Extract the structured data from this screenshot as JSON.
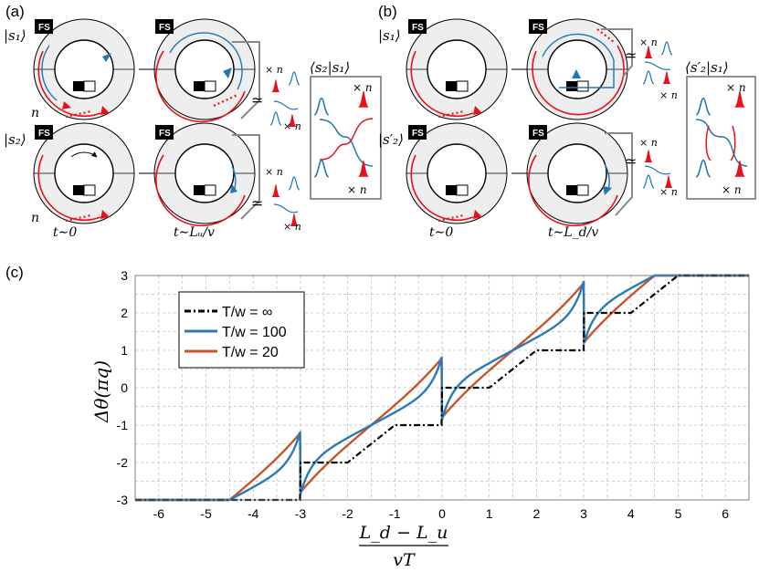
{
  "panels": {
    "a": {
      "label": "(a)",
      "ket_top": "|s₁⟩",
      "ket_bottom": "|s₂⟩",
      "overlap": "⟨s₂|s₁⟩",
      "time_start": "t∼0",
      "time_end": "t∼Lᵤ/v"
    },
    "b": {
      "label": "(b)",
      "ket_top": "|s₁⟩",
      "ket_bottom": "|s′₂⟩",
      "overlap": "⟨s′₂|s₁⟩",
      "time_start": "t∼0",
      "time_end": "t∼L_d/v"
    },
    "c": {
      "label": "(c)"
    }
  },
  "labels": {
    "fs": "FS",
    "n": "n",
    "times_n": "× n",
    "approx": "≃"
  },
  "colors": {
    "blue": "#1f77b4",
    "red": "#e8101a",
    "orange": "#c8562a",
    "dashed": "#000000",
    "ring_fill": "#eeeeee",
    "grid": "#bdbdbd"
  },
  "chart_data": {
    "type": "line",
    "xlabel_num": "L_d − L_u",
    "xlabel_den": "vT",
    "ylabel": "Δθ(πq)",
    "xlim": [
      -6.5,
      6.5
    ],
    "ylim": [
      -3,
      3
    ],
    "xticks": [
      -6,
      -5,
      -4,
      -3,
      -2,
      -1,
      0,
      1,
      2,
      3,
      4,
      5,
      6
    ],
    "yticks": [
      -3,
      -2,
      -1,
      0,
      1,
      2,
      3
    ],
    "grid": true,
    "legend_position": "top-left",
    "series": [
      {
        "name": "T/w = ∞",
        "color": "#000000",
        "style": "dash-dot",
        "T_over_w": "inf"
      },
      {
        "name": "T/w = 100",
        "color": "#2a7ab9",
        "style": "solid",
        "T_over_w": 100
      },
      {
        "name": "T/w = 20",
        "color": "#c8562a",
        "style": "solid",
        "T_over_w": 20
      }
    ]
  }
}
